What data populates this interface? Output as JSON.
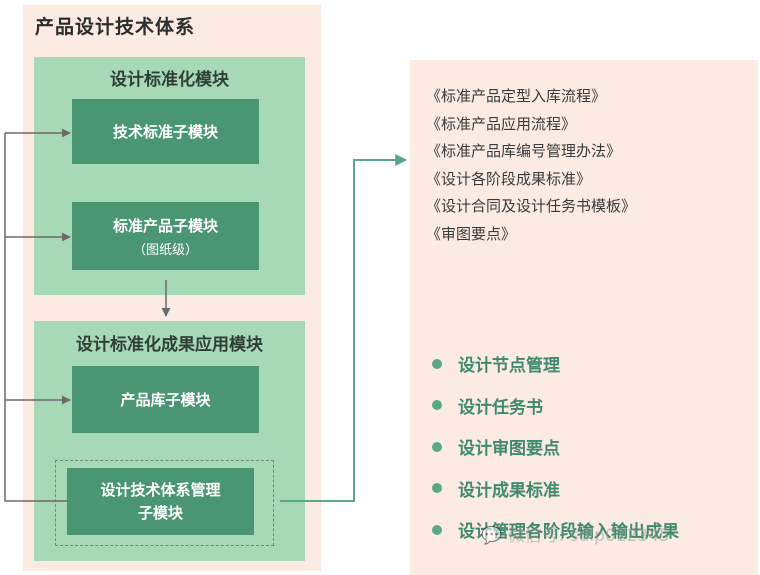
{
  "title": "产品设计技术体系",
  "module1": {
    "title": "设计标准化模块",
    "sub1": "技术标准子模块",
    "sub2": "标准产品子模块",
    "sub2_note": "（图纸级）"
  },
  "module2": {
    "title": "设计标准化成果应用模块",
    "sub1": "产品库子模块",
    "sub2_line1": "设计技术体系管理",
    "sub2_line2": "子模块"
  },
  "documents": [
    "《标准产品定型入库流程》",
    "《标准产品应用流程》",
    "《标准产品库编号管理办法》",
    "《设计各阶段成果标准》",
    "《设计合同及设计任务书模板》",
    "《审图要点》"
  ],
  "bullets": [
    "设计节点管理",
    "设计任务书",
    "设计审图要点",
    "设计成果标准",
    "设计管理各阶段输入输出成果"
  ],
  "watermark": "微信号: sdlp012345",
  "colors": {
    "background_panel": "#fbebe2",
    "module": "#a8d9b7",
    "box": "#4a9673",
    "accent": "#5aa888"
  }
}
